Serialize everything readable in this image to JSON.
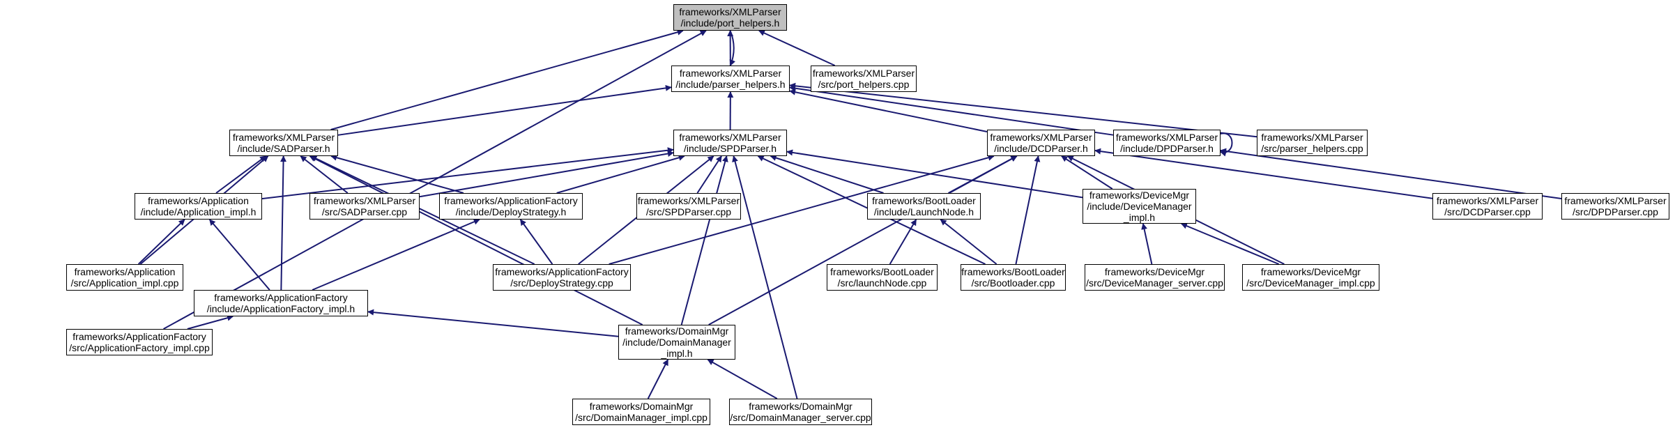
{
  "colors": {
    "edge": "#191970",
    "root_fill": "#bfbfbf",
    "node_fill": "#ffffff",
    "border": "#000000"
  },
  "nodes": [
    {
      "id": "port_helpers_h",
      "lines": [
        "frameworks/XMLParser",
        "/include/port_helpers.h"
      ],
      "root": true
    },
    {
      "id": "parser_helpers_h",
      "lines": [
        "frameworks/XMLParser",
        "/include/parser_helpers.h"
      ]
    },
    {
      "id": "port_helpers_cpp",
      "lines": [
        "frameworks/XMLParser",
        "/src/port_helpers.cpp"
      ]
    },
    {
      "id": "SADParser_h",
      "lines": [
        "frameworks/XMLParser",
        "/include/SADParser.h"
      ]
    },
    {
      "id": "SPDParser_h",
      "lines": [
        "frameworks/XMLParser",
        "/include/SPDParser.h"
      ]
    },
    {
      "id": "DCDParser_h",
      "lines": [
        "frameworks/XMLParser",
        "/include/DCDParser.h"
      ]
    },
    {
      "id": "DPDParser_h",
      "lines": [
        "frameworks/XMLParser",
        "/include/DPDParser.h"
      ]
    },
    {
      "id": "parser_helpers_cpp",
      "lines": [
        "frameworks/XMLParser",
        "/src/parser_helpers.cpp"
      ]
    },
    {
      "id": "Application_impl_h",
      "lines": [
        "frameworks/Application",
        "/include/Application_impl.h"
      ]
    },
    {
      "id": "SADParser_cpp",
      "lines": [
        "frameworks/XMLParser",
        "/src/SADParser.cpp"
      ]
    },
    {
      "id": "DeployStrategy_h",
      "lines": [
        "frameworks/ApplicationFactory",
        "/include/DeployStrategy.h"
      ]
    },
    {
      "id": "SPDParser_cpp",
      "lines": [
        "frameworks/XMLParser",
        "/src/SPDParser.cpp"
      ]
    },
    {
      "id": "LaunchNode_h",
      "lines": [
        "frameworks/BootLoader",
        "/include/LaunchNode.h"
      ]
    },
    {
      "id": "DeviceManager_impl_h",
      "lines": [
        "frameworks/DeviceMgr",
        "/include/DeviceManager",
        "_impl.h"
      ]
    },
    {
      "id": "DCDParser_cpp",
      "lines": [
        "frameworks/XMLParser",
        "/src/DCDParser.cpp"
      ]
    },
    {
      "id": "DPDParser_cpp",
      "lines": [
        "frameworks/XMLParser",
        "/src/DPDParser.cpp"
      ]
    },
    {
      "id": "Application_impl_cpp",
      "lines": [
        "frameworks/Application",
        "/src/Application_impl.cpp"
      ]
    },
    {
      "id": "ApplicationFactory_impl_h",
      "lines": [
        "frameworks/ApplicationFactory",
        "/include/ApplicationFactory_impl.h"
      ]
    },
    {
      "id": "DeployStrategy_cpp",
      "lines": [
        "frameworks/ApplicationFactory",
        "/src/DeployStrategy.cpp"
      ]
    },
    {
      "id": "launchNode_cpp",
      "lines": [
        "frameworks/BootLoader",
        "/src/launchNode.cpp"
      ]
    },
    {
      "id": "Bootloader_cpp",
      "lines": [
        "frameworks/BootLoader",
        "/src/Bootloader.cpp"
      ]
    },
    {
      "id": "DeviceManager_server_cpp",
      "lines": [
        "frameworks/DeviceMgr",
        "/src/DeviceManager_server.cpp"
      ]
    },
    {
      "id": "DeviceManager_impl_cpp",
      "lines": [
        "frameworks/DeviceMgr",
        "/src/DeviceManager_impl.cpp"
      ]
    },
    {
      "id": "ApplicationFactory_impl_cpp",
      "lines": [
        "frameworks/ApplicationFactory",
        "/src/ApplicationFactory_impl.cpp"
      ]
    },
    {
      "id": "DomainManager_impl_h",
      "lines": [
        "frameworks/DomainMgr",
        "/include/DomainManager",
        "_impl.h"
      ]
    },
    {
      "id": "DomainManager_impl_cpp",
      "lines": [
        "frameworks/DomainMgr",
        "/src/DomainManager_impl.cpp"
      ]
    },
    {
      "id": "DomainManager_server_cpp",
      "lines": [
        "frameworks/DomainMgr",
        "/src/DomainManager_server.cpp"
      ]
    }
  ],
  "edges": [
    [
      "parser_helpers_h",
      "port_helpers_h"
    ],
    [
      "port_helpers_h",
      "parser_helpers_h"
    ],
    [
      "port_helpers_cpp",
      "port_helpers_h"
    ],
    [
      "SADParser_h",
      "port_helpers_h"
    ],
    [
      "ApplicationFactory_impl_cpp",
      "port_helpers_h"
    ],
    [
      "SADParser_h",
      "parser_helpers_h"
    ],
    [
      "SPDParser_h",
      "parser_helpers_h"
    ],
    [
      "DCDParser_h",
      "parser_helpers_h"
    ],
    [
      "DPDParser_h",
      "parser_helpers_h"
    ],
    [
      "parser_helpers_cpp",
      "parser_helpers_h"
    ],
    [
      "DPDParser_h",
      "DPDParser_h"
    ],
    [
      "DPDParser_cpp",
      "DPDParser_h"
    ],
    [
      "Application_impl_h",
      "SADParser_h"
    ],
    [
      "SADParser_cpp",
      "SADParser_h"
    ],
    [
      "DeployStrategy_h",
      "SADParser_h"
    ],
    [
      "Application_impl_cpp",
      "SADParser_h"
    ],
    [
      "ApplicationFactory_impl_h",
      "SADParser_h"
    ],
    [
      "DeployStrategy_cpp",
      "SADParser_h"
    ],
    [
      "DomainManager_impl_h",
      "SADParser_h"
    ],
    [
      "Application_impl_h",
      "SPDParser_h"
    ],
    [
      "SADParser_cpp",
      "SPDParser_h"
    ],
    [
      "DeployStrategy_h",
      "SPDParser_h"
    ],
    [
      "SPDParser_cpp",
      "SPDParser_h"
    ],
    [
      "DeployStrategy_cpp",
      "SPDParser_h"
    ],
    [
      "LaunchNode_h",
      "SPDParser_h"
    ],
    [
      "DeviceManager_impl_h",
      "SPDParser_h"
    ],
    [
      "Bootloader_cpp",
      "SPDParser_h"
    ],
    [
      "DomainManager_impl_h",
      "SPDParser_h"
    ],
    [
      "DomainManager_server_cpp",
      "SPDParser_h"
    ],
    [
      "LaunchNode_h",
      "DCDParser_h"
    ],
    [
      "DeviceManager_impl_h",
      "DCDParser_h"
    ],
    [
      "DeployStrategy_cpp",
      "DCDParser_h"
    ],
    [
      "Bootloader_cpp",
      "DCDParser_h"
    ],
    [
      "DeviceManager_impl_cpp",
      "DCDParser_h"
    ],
    [
      "DCDParser_cpp",
      "DCDParser_h"
    ],
    [
      "DomainManager_impl_h",
      "DCDParser_h"
    ],
    [
      "Application_impl_cpp",
      "Application_impl_h"
    ],
    [
      "ApplicationFactory_impl_h",
      "Application_impl_h"
    ],
    [
      "ApplicationFactory_impl_h",
      "DeployStrategy_h"
    ],
    [
      "DeployStrategy_cpp",
      "DeployStrategy_h"
    ],
    [
      "launchNode_cpp",
      "LaunchNode_h"
    ],
    [
      "Bootloader_cpp",
      "LaunchNode_h"
    ],
    [
      "DeviceManager_server_cpp",
      "DeviceManager_impl_h"
    ],
    [
      "DeviceManager_impl_cpp",
      "DeviceManager_impl_h"
    ],
    [
      "ApplicationFactory_impl_cpp",
      "ApplicationFactory_impl_h"
    ],
    [
      "DomainManager_impl_h",
      "ApplicationFactory_impl_h"
    ],
    [
      "DomainManager_impl_cpp",
      "DomainManager_impl_h"
    ],
    [
      "DomainManager_server_cpp",
      "DomainManager_impl_h"
    ]
  ]
}
